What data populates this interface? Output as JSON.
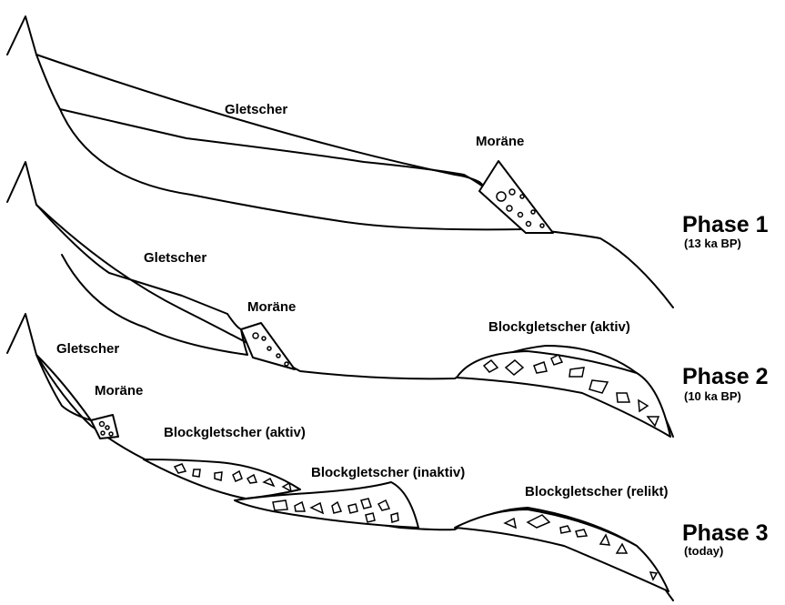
{
  "labels": {
    "p1_glacier": "Gletscher",
    "p1_moraine": "Moräne",
    "p2_glacier": "Gletscher",
    "p2_moraine": "Moräne",
    "p2_rockglacier": "Blockgletscher (aktiv)",
    "p3_glacier": "Gletscher",
    "p3_moraine": "Moräne",
    "p3_rg_active": "Blockgletscher (aktiv)",
    "p3_rg_inactive": "Blockgletscher (inaktiv)",
    "p3_rg_relict": "Blockgletscher (relikt)"
  },
  "phases": [
    {
      "name": "Phase 1",
      "age": "(13 ka BP)"
    },
    {
      "name": "Phase 2",
      "age": "(10 ka BP)"
    },
    {
      "name": "Phase 3",
      "age": "(today)"
    }
  ]
}
